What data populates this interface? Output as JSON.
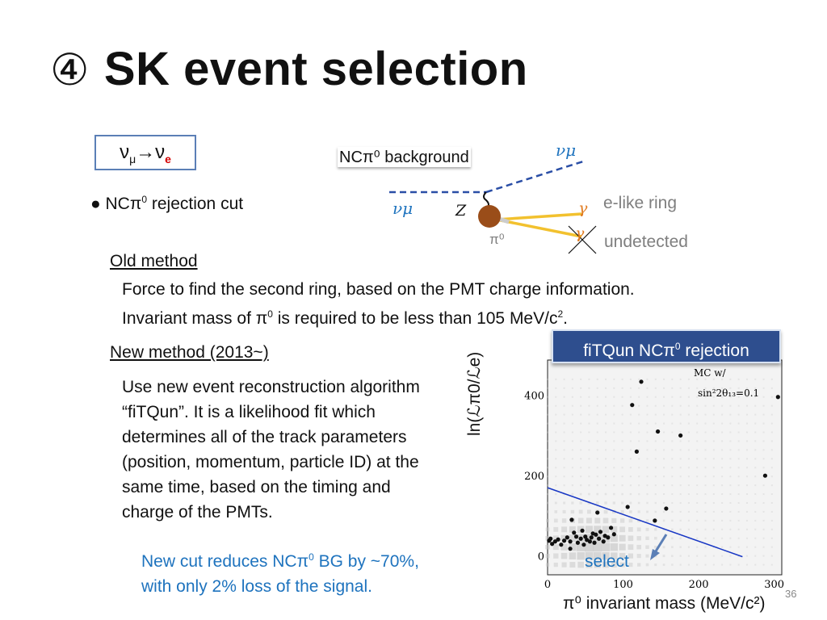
{
  "title": {
    "symbol": "④",
    "text": "SK event selection"
  },
  "osc": {
    "nu_mu": "ν",
    "sub_mu": "μ",
    "arrow": "→",
    "nu_e": "ν",
    "sub_e": "e"
  },
  "diagram": {
    "label": "NCπ⁰ background",
    "nu_out": "νμ",
    "nu_in": "νμ",
    "z": "Z",
    "pi0": "π⁰",
    "gamma1": "γ",
    "gamma2": "γ",
    "elike": "e-like ring",
    "undetected": "undetected"
  },
  "bullet": {
    "pre": "● NCπ",
    "sup": "0",
    "post": " rejection cut"
  },
  "old": {
    "heading": "Old method",
    "line1": "Force to find the second ring, based on the PMT charge information.",
    "line2_pre": "Invariant mass of π",
    "line2_sup": "0",
    "line2_mid": " is required to be less than 105 MeV/c",
    "line2_sup2": "2",
    "line2_end": "."
  },
  "new": {
    "heading": "New method (2013~)",
    "lines": [
      "Use new event reconstruction algorithm",
      "“fiTQun”.  It is a likelihood fit which",
      "determines all of the track parameters",
      "(position, momentum, particle ID) at the",
      "same time, based on the timing and",
      "charge of the PMTs."
    ]
  },
  "conclusion": {
    "line1_pre": "New cut reduces NCπ",
    "line1_sup": "0",
    "line1_post": " BG by ~70%,",
    "line2": "with only 2% loss of the signal."
  },
  "fitqun": {
    "pre": "fiTQun NCπ",
    "sup": "0",
    "post": " rejection"
  },
  "page_number": "36",
  "chart_data": {
    "type": "scatter",
    "xlabel": "π⁰ invariant mass (MeV/c²)",
    "ylabel": "ln(ℒπ0/ℒe)",
    "xlim": [
      0,
      310
    ],
    "ylim": [
      -45,
      490
    ],
    "x_ticks": [
      "0",
      "100",
      "200",
      "300"
    ],
    "y_ticks": [
      "0",
      "200",
      "400"
    ],
    "legend": [
      "MC w/",
      "sin²2θ₁₃=0.1"
    ],
    "annotation": "select",
    "cut_line": [
      [
        0,
        172
      ],
      [
        258,
        0
      ]
    ],
    "background_color": "#f3f3f3",
    "points": [
      [
        2,
        40
      ],
      [
        6,
        32
      ],
      [
        4,
        45
      ],
      [
        10,
        38
      ],
      [
        14,
        43
      ],
      [
        18,
        30
      ],
      [
        22,
        40
      ],
      [
        26,
        48
      ],
      [
        30,
        38
      ],
      [
        32,
        92
      ],
      [
        30,
        20
      ],
      [
        35,
        60
      ],
      [
        38,
        50
      ],
      [
        40,
        35
      ],
      [
        44,
        45
      ],
      [
        46,
        65
      ],
      [
        48,
        30
      ],
      [
        50,
        50
      ],
      [
        52,
        42
      ],
      [
        56,
        38
      ],
      [
        58,
        48
      ],
      [
        60,
        58
      ],
      [
        62,
        35
      ],
      [
        64,
        55
      ],
      [
        66,
        110
      ],
      [
        68,
        45
      ],
      [
        70,
        62
      ],
      [
        74,
        38
      ],
      [
        76,
        52
      ],
      [
        80,
        48
      ],
      [
        84,
        72
      ],
      [
        88,
        56
      ],
      [
        106,
        124
      ],
      [
        112,
        378
      ],
      [
        124,
        436
      ],
      [
        118,
        262
      ],
      [
        146,
        312
      ],
      [
        142,
        90
      ],
      [
        157,
        120
      ],
      [
        176,
        302
      ],
      [
        288,
        202
      ],
      [
        305,
        398
      ]
    ]
  }
}
